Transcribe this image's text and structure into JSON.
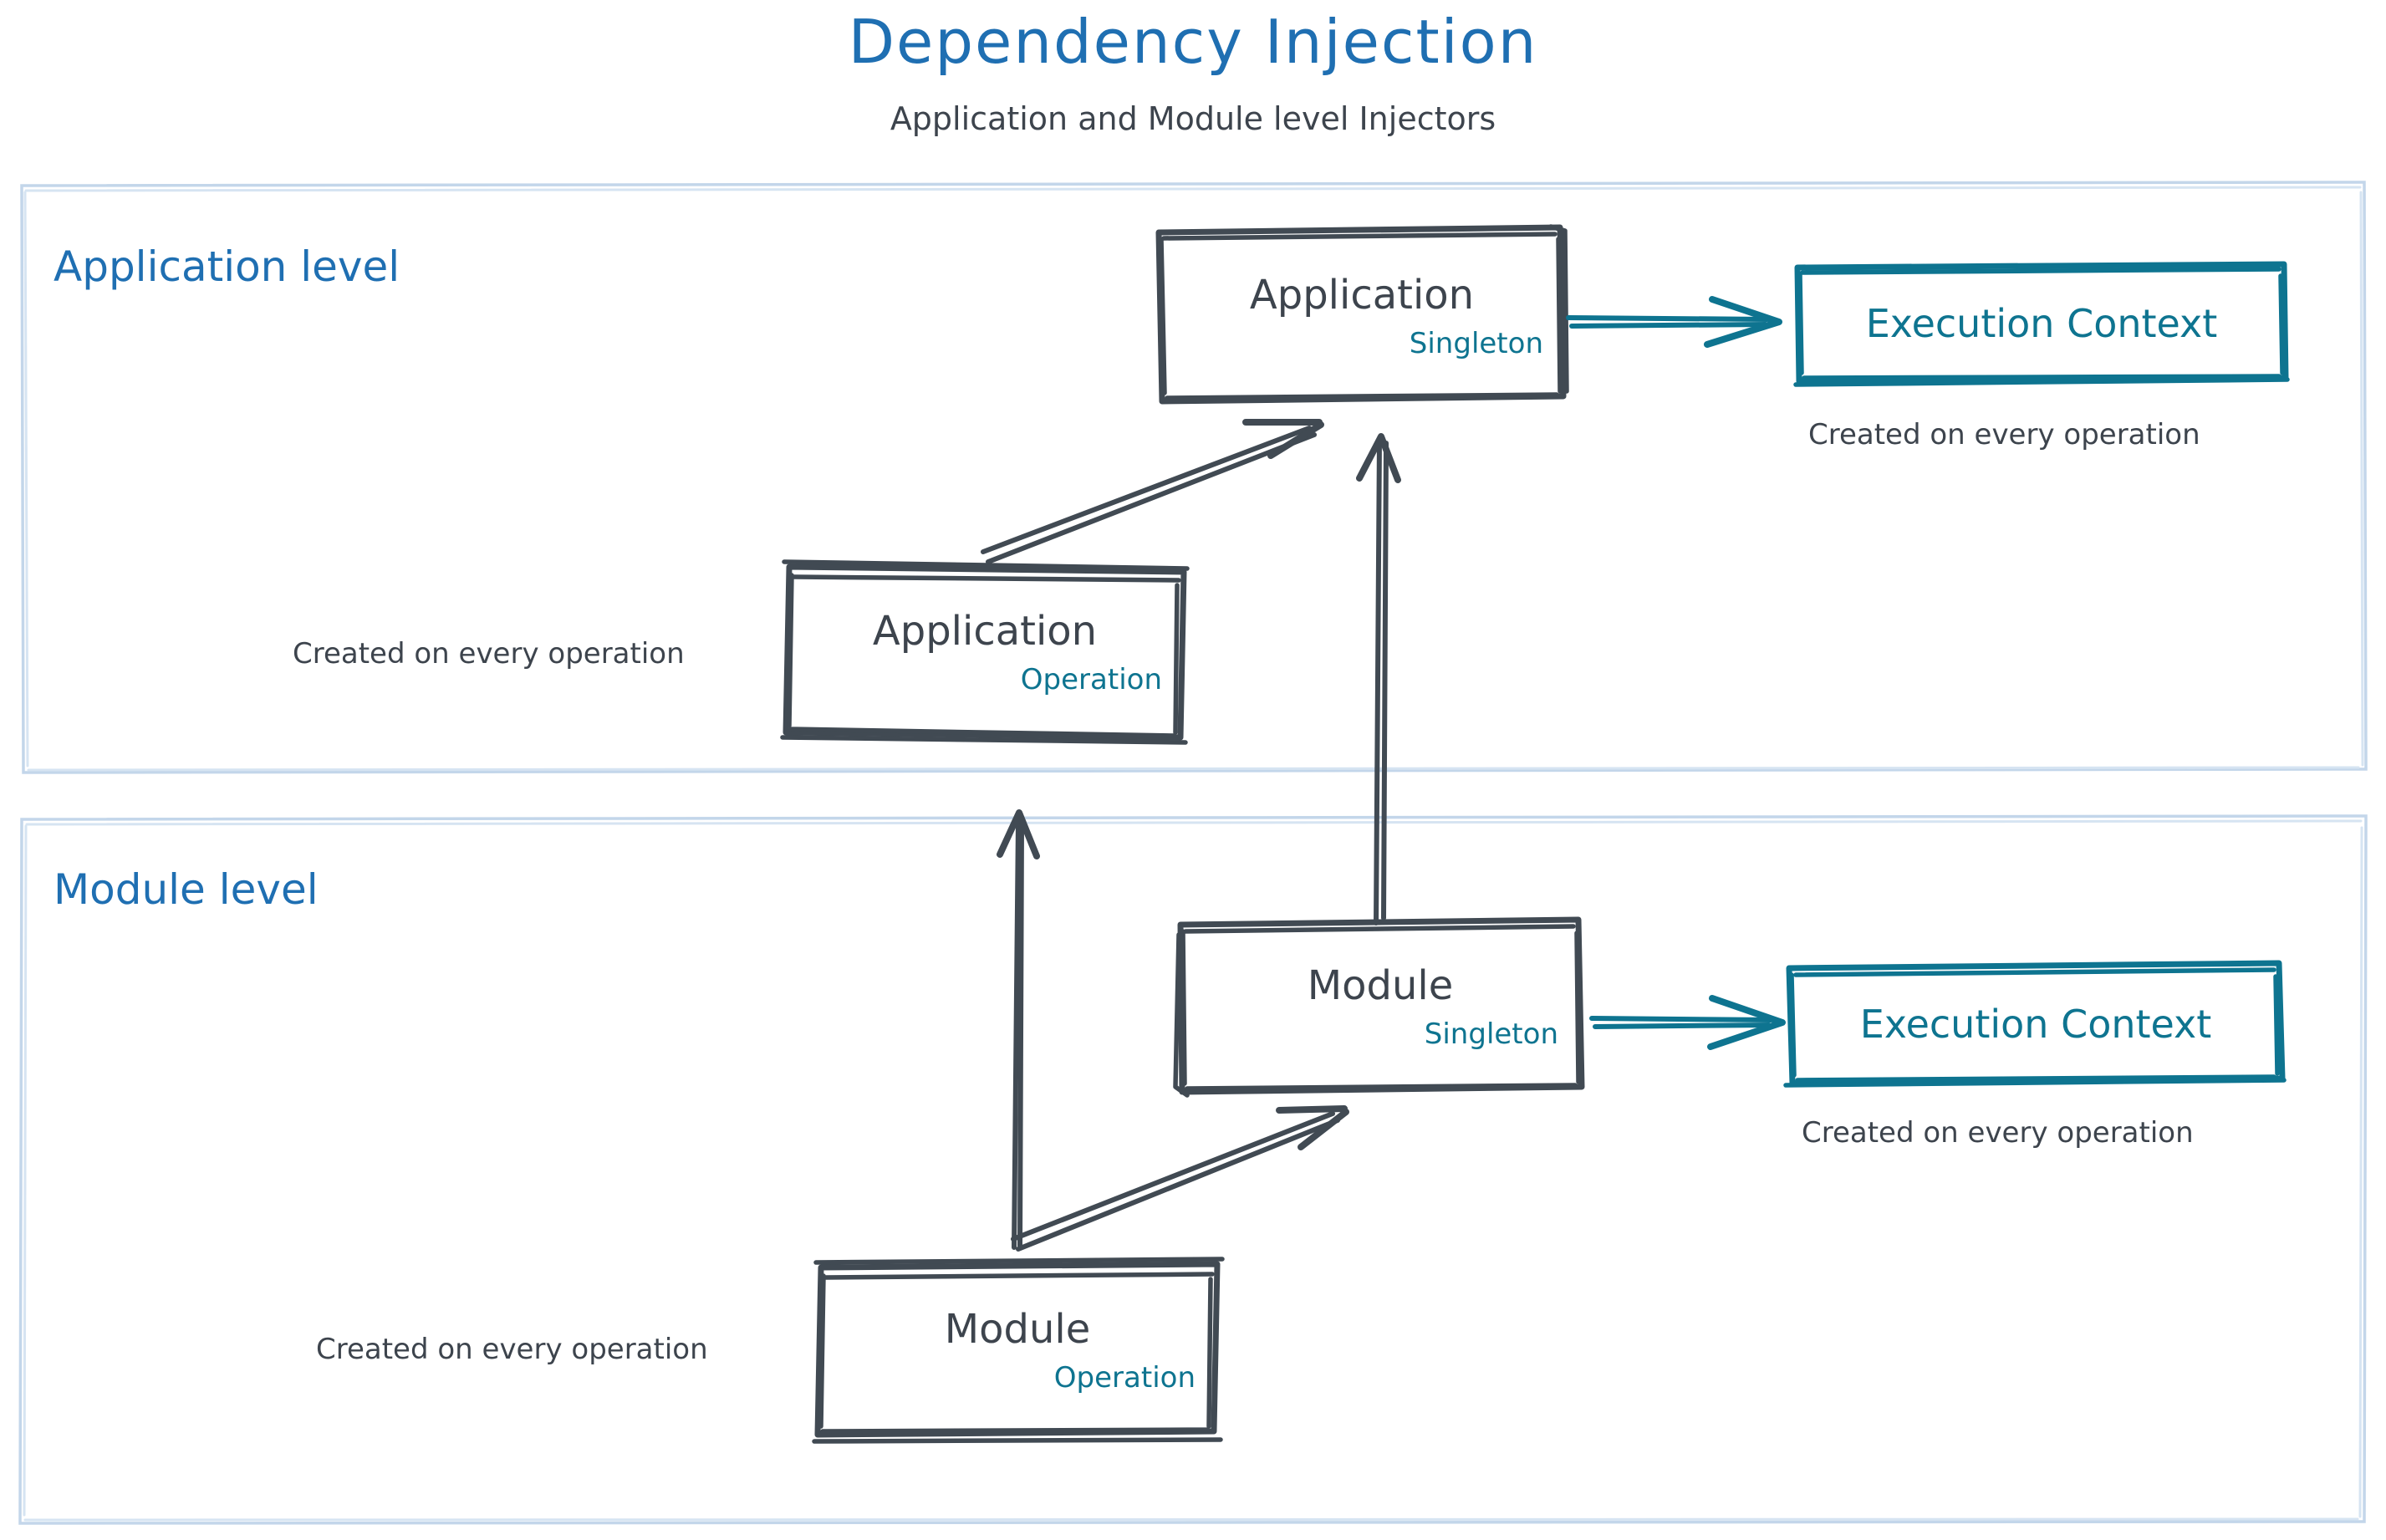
{
  "header": {
    "title": "Dependency Injection",
    "subtitle": "Application and Module level Injectors",
    "title_color": "#1f6fb2",
    "subtitle_color": "#3d444d"
  },
  "colors": {
    "panel_border": "#c3d6ea",
    "sketch_gray": "#414a53",
    "teal": "#0e7490",
    "blue": "#1f6fb2",
    "background": "#ffffff"
  },
  "panels": [
    {
      "id": "application-level",
      "label": "Application level",
      "nodes": [
        {
          "id": "application-singleton",
          "title": "Application",
          "scope": "Singleton",
          "scope_color": "#0e7490",
          "style": "gray-sketch"
        },
        {
          "id": "application-execution-context",
          "title": "Execution Context",
          "style": "teal-sketch"
        },
        {
          "id": "application-operation",
          "title": "Application",
          "scope": "Operation",
          "scope_color": "#0e7490",
          "style": "gray-sketch"
        }
      ],
      "captions": [
        {
          "id": "application-ec-caption",
          "text": "Created on every operation"
        },
        {
          "id": "application-operation-caption",
          "text": "Created on every operation"
        }
      ],
      "arrows": [
        {
          "id": "application-to-execution-context",
          "from": "application-singleton",
          "to": "application-execution-context",
          "color": "#0e7490",
          "direction": "right"
        },
        {
          "id": "application-operation-to-singleton",
          "from": "application-operation",
          "to": "application-singleton",
          "color": "#414a53",
          "direction": "up-right"
        }
      ]
    },
    {
      "id": "module-level",
      "label": "Module level",
      "nodes": [
        {
          "id": "module-singleton",
          "title": "Module",
          "scope": "Singleton",
          "scope_color": "#0e7490",
          "style": "gray-sketch"
        },
        {
          "id": "module-execution-context",
          "title": "Execution Context",
          "style": "teal-sketch"
        },
        {
          "id": "module-operation",
          "title": "Module",
          "scope": "Operation",
          "scope_color": "#0e7490",
          "style": "gray-sketch"
        }
      ],
      "captions": [
        {
          "id": "module-ec-caption",
          "text": "Created on every operation"
        },
        {
          "id": "module-operation-caption",
          "text": "Created on every operation"
        }
      ],
      "arrows": [
        {
          "id": "module-to-execution-context",
          "from": "module-singleton",
          "to": "module-execution-context",
          "color": "#0e7490",
          "direction": "right"
        },
        {
          "id": "module-operation-to-singleton",
          "from": "module-operation",
          "to": "module-singleton",
          "color": "#414a53",
          "direction": "up-right"
        }
      ]
    }
  ],
  "cross_panel_arrows": [
    {
      "id": "module-singleton-to-application-singleton",
      "from": "module-singleton",
      "to": "application-singleton",
      "color": "#414a53",
      "direction": "up"
    },
    {
      "id": "module-operation-to-application-operation",
      "from": "module-operation",
      "to": "application-operation",
      "color": "#414a53",
      "direction": "up"
    }
  ]
}
